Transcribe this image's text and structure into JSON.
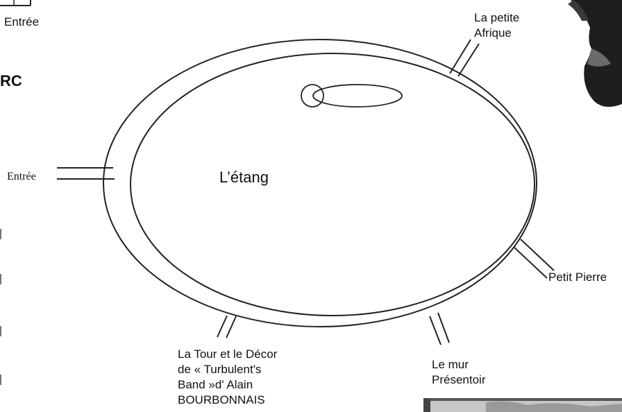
{
  "labels": {
    "top_entrance": "Entrée",
    "section_fragment": "RC",
    "left_entrance": "Entrée",
    "pond": "L’étang",
    "la_petite_afrique": "La petite\nAfrique",
    "petit_pierre": "Petit Pierre",
    "le_mur": "Le mur\nPrésentoir",
    "la_tour": "La Tour et le Décor\nde « Turbulent's\nBand »d' Alain\nBOURBONNAIS"
  }
}
